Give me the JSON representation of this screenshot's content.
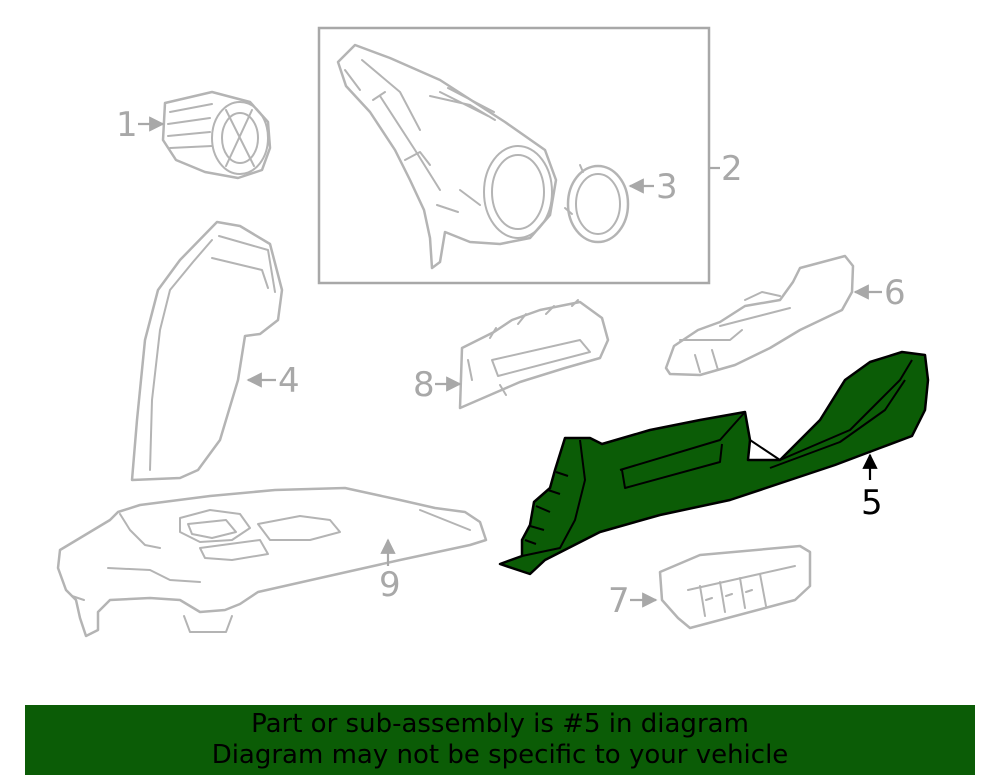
{
  "labels": {
    "p1": "1",
    "p2": "2",
    "p3": "3",
    "p4": "4",
    "p5": "5",
    "p6": "6",
    "p7": "7",
    "p8": "8",
    "p9": "9"
  },
  "highlight": {
    "part_number": "5",
    "fill_color": "#0b5c06",
    "label_color": "#000000"
  },
  "line_color": "#b4b4b4",
  "banner": {
    "line1": "Part or sub-assembly is #5 in diagram",
    "line2": "Diagram may not be specific to your vehicle",
    "background": "#0b5c06"
  }
}
